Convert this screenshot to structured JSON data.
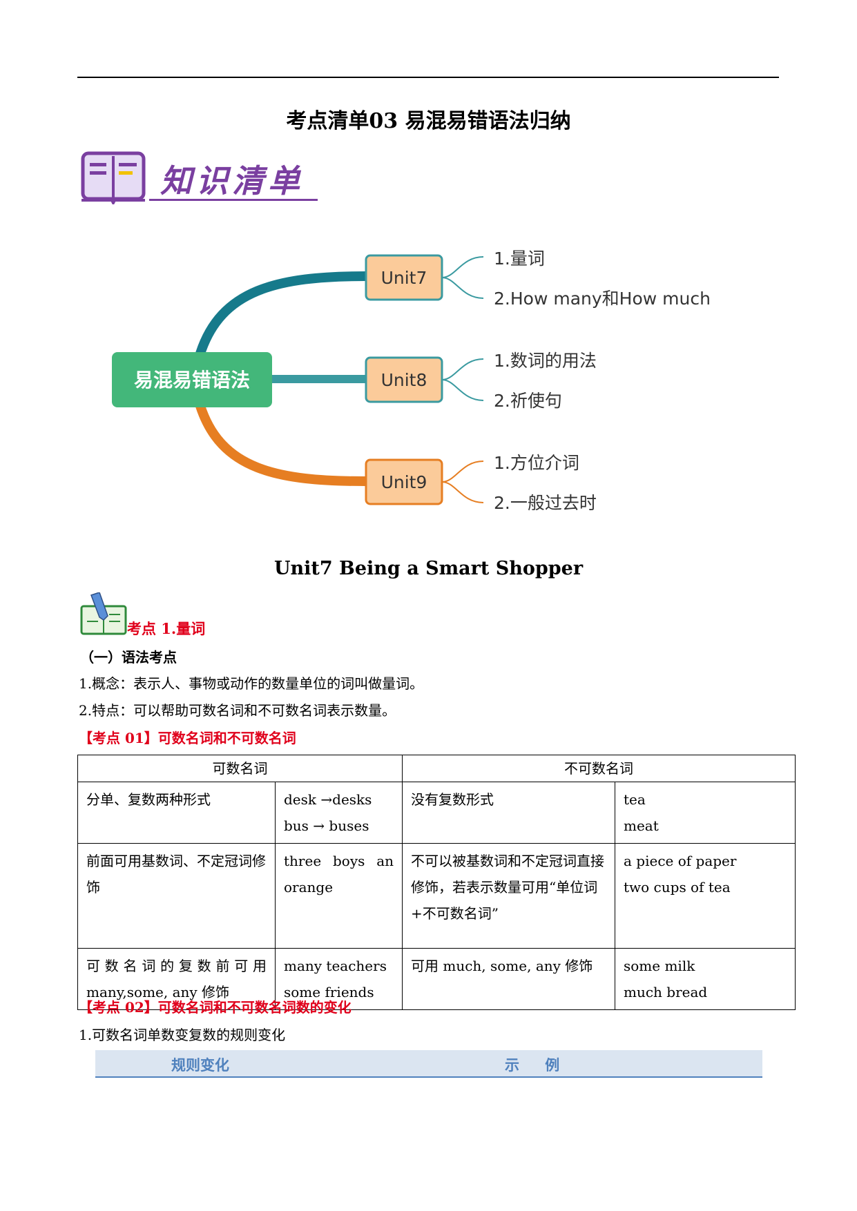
{
  "title": "考点清单03 易混易错语法归纳",
  "banner": {
    "text": "知识清单",
    "icon": "book-icon"
  },
  "mindmap": {
    "center": "易混易错语法",
    "branches": [
      {
        "unit": "Unit7",
        "items": [
          "1.量词",
          "2.How many和How much"
        ],
        "color": "#167a8b"
      },
      {
        "unit": "Unit8",
        "items": [
          "1.数词的用法",
          "2.祈使句"
        ],
        "color": "#3a9aa0"
      },
      {
        "unit": "Unit9",
        "items": [
          "1.方位介词",
          "2.一般过去时"
        ],
        "color": "#e67e22"
      }
    ]
  },
  "unit_heading": "Unit7 Being a Smart Shopper",
  "kaodian": {
    "title": "考点 1.量词",
    "icon": "notebook-pencil-icon"
  },
  "section1": "（一）语法考点",
  "para1": "1.概念：表示人、事物或动作的数量单位的词叫做量词。",
  "para2": "2.特点：可以帮助可数名词和不可数名词表示数量。",
  "heading01": "【考点 01】可数名词和不可数名词",
  "table": {
    "headers": [
      "可数名词",
      "不可数名词"
    ],
    "rows": [
      {
        "c1": "分单、复数两种形式",
        "c2": [
          "desk →desks",
          "bus → buses"
        ],
        "c3": "没有复数形式",
        "c4": [
          "tea",
          "meat"
        ]
      },
      {
        "c1": "前面可用基数词、不定冠词修饰",
        "c2": [
          "three boys an orange"
        ],
        "c3": "不可以被基数词和不定冠词直接修饰，若表示数量可用“单位词+不可数名词”",
        "c4": [
          "a piece of paper",
          "two cups of tea"
        ]
      },
      {
        "c1": "可数名词的复数前可用many,some, any 修饰",
        "c2": [
          "many teachers",
          "some friends"
        ],
        "c3": "可用 much, some, any 修饰",
        "c4": [
          "some milk",
          "much bread"
        ]
      }
    ]
  },
  "heading02": "【考点 02】可数名词和不可数名词数的变化",
  "para3": "1.可数名词单数变复数的规则变化",
  "rule_table": {
    "col1": "规则变化",
    "col2": "示 例"
  }
}
